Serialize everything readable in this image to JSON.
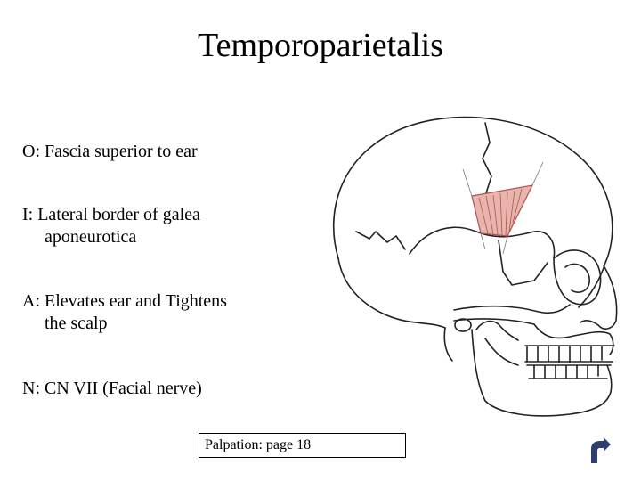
{
  "slide": {
    "title": "Temporoparietalis",
    "origin": "O:  Fascia superior to ear",
    "insertion_line1": "I: Lateral border of galea",
    "insertion_line2": "aponeurotica",
    "action_line1": "A: Elevates ear and Tightens",
    "action_line2": "the scalp",
    "nerve": "N:  CN VII (Facial nerve)",
    "palpation": "Palpation:  page 18"
  },
  "icons": {
    "return": "return-arrow-icon",
    "illustration": "skull-illustration"
  },
  "colors": {
    "text": "#000000",
    "muscle_fill": "#e8b4ae",
    "muscle_stroke": "#b0524a",
    "return_icon": "#2d3f6e"
  }
}
